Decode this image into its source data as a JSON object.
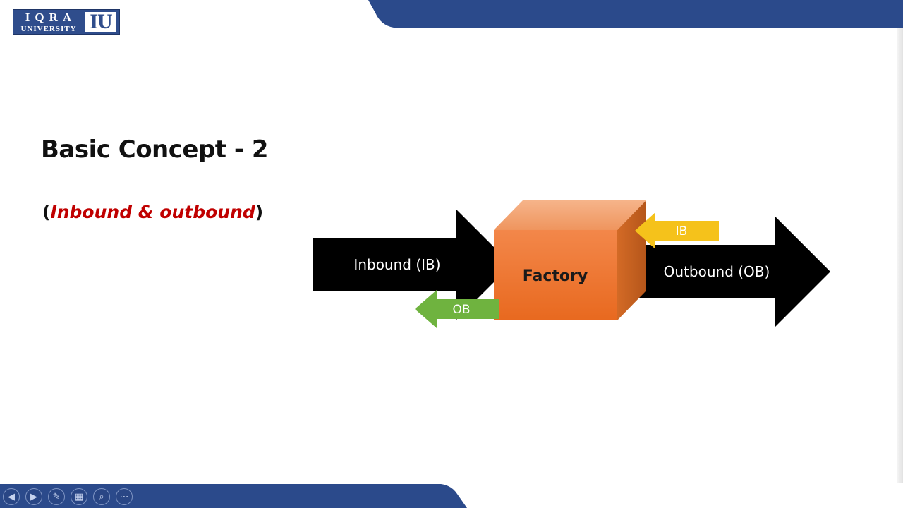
{
  "logo": {
    "name": "IQRA",
    "subtitle": "UNIVERSITY",
    "mark": "IU"
  },
  "slide": {
    "title": "Basic Concept - 2",
    "subtitle_open": "(",
    "subtitle_highlight": "Inbound & outbound",
    "subtitle_close": ")"
  },
  "diagram": {
    "inbound_label": "Inbound (IB)",
    "factory_label": "Factory",
    "outbound_label": "Outbound (OB)",
    "small_ib_label": "IB",
    "small_ob_label": "OB"
  },
  "controls": {
    "prev_icon": "◀",
    "next_icon": "▶",
    "pen_icon": "✎",
    "slides_icon": "▦",
    "zoom_icon": "⌕",
    "more_icon": "⋯"
  },
  "colors": {
    "navy": "#2b4a8b",
    "factory_front": "#ee7b32",
    "factory_top": "#f3a070",
    "factory_side": "#c9601d",
    "arrow_black": "#000000",
    "arrow_yellow": "#f5c21b",
    "arrow_green": "#6fb33f",
    "highlight_red": "#c00000"
  }
}
